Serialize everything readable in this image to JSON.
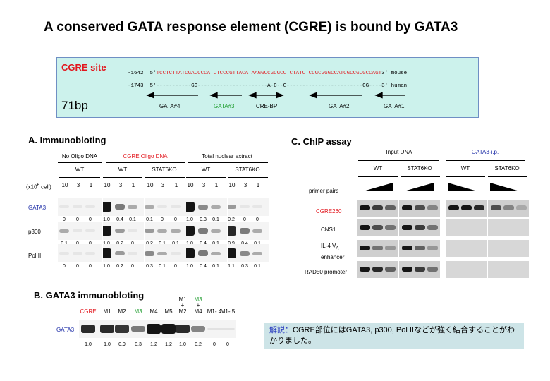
{
  "title": "A conserved GATA response element (CGRE) is bound by GATA3",
  "cgre_box": {
    "label": "CGRE site",
    "size": "71bp",
    "mouse": {
      "pos": "-1642",
      "strand5": "5'",
      "seq": "TCCTCTTATCGACCCCATCTCCCGTTACATAAGGCCGCGCCTCTATCTCCGCGGGCCATCGCCGCGCCAGT",
      "strand3": "3'",
      "species": "mouse"
    },
    "human": {
      "pos": "-1743",
      "strand5": "5'",
      "seq": "-----------GG----------------------A-C--C------------------------CG----",
      "strand3": "3'",
      "species": "human"
    },
    "sites": [
      {
        "label": "GATA#4",
        "color": "#000000"
      },
      {
        "label": "GATA#3",
        "color": "#1a9a2a"
      },
      {
        "label": "CRE-BP",
        "color": "#000000"
      },
      {
        "label": "GATA#2",
        "color": "#000000"
      },
      {
        "label": "GATA#1",
        "color": "#000000"
      }
    ]
  },
  "panel_a": {
    "title": "A. Immunobloting",
    "groups": [
      {
        "label": "No Oligo DNA",
        "color": "#000000"
      },
      {
        "label": "CGRE Oligo DNA",
        "color": "#e2161d"
      },
      {
        "label": "Total nuclear extract",
        "color": "#000000"
      }
    ],
    "genotypes": [
      "WT",
      "WT",
      "STAT6KO",
      "WT",
      "STAT6KO"
    ],
    "cell_label": "(x10",
    "cell_exp": "6",
    "cell_unit": " cell)",
    "doses": [
      "10",
      "3",
      "1"
    ],
    "rows": [
      {
        "label": "GATA3",
        "color": "#1f2fa8",
        "values": [
          "0",
          "0",
          "0",
          "1.0",
          "0.4",
          "0.1",
          "0.1",
          "0",
          "0",
          "1.0",
          "0.3",
          "0.1",
          "0.2",
          "0",
          "0"
        ]
      },
      {
        "label": "p300",
        "color": "#000000",
        "values": [
          "0.1",
          "0",
          "0",
          "1.0",
          "0.2",
          "0",
          "0.2",
          "0.1",
          "0.1",
          "1.0",
          "0.4",
          "0.1",
          "0.9",
          "0.4",
          "0.1"
        ]
      },
      {
        "label": "Pol II",
        "color": "#000000",
        "values": [
          "0",
          "0",
          "0",
          "1.0",
          "0.2",
          "0",
          "0.3",
          "0.1",
          "0",
          "1.0",
          "0.4",
          "0.1",
          "1.1",
          "0.3",
          "0.1"
        ]
      }
    ]
  },
  "panel_b": {
    "title": "B. GATA3 immunobloting",
    "lanes": [
      {
        "label": "CGRE",
        "color": "#e2161d"
      },
      {
        "label": "M1",
        "color": "#000000"
      },
      {
        "label": "M2",
        "color": "#000000"
      },
      {
        "label": "M3",
        "color": "#1a9a2a"
      },
      {
        "label": "M4",
        "color": "#000000"
      },
      {
        "label": "M5",
        "color": "#000000"
      },
      {
        "label": "M2",
        "color": "#000000",
        "top": "M1",
        "plus": "+"
      },
      {
        "label": "M4",
        "color": "#000000",
        "top": "M3",
        "top_color": "#1a9a2a",
        "plus": "+"
      },
      {
        "label": "M1- 4",
        "color": "#000000"
      },
      {
        "label": "M1- 5",
        "color": "#000000"
      }
    ],
    "row_label": "GATA3",
    "values": [
      "1.0",
      "1.0",
      "0.9",
      "0.3",
      "1.2",
      "1.2",
      "1.0",
      "0.2",
      "0",
      "0"
    ]
  },
  "panel_c": {
    "title": "C. ChIP assay",
    "groups": [
      {
        "label": "Input DNA",
        "color": "#000000"
      },
      {
        "label": "GATA3-i.p.",
        "color": "#1f2fa8"
      }
    ],
    "genotypes": [
      "WT",
      "STAT6KO",
      "WT",
      "STAT6KO"
    ],
    "primer_label": "primer pairs",
    "rows": [
      {
        "label": "CGRE260",
        "color": "#e2161d"
      },
      {
        "label": "CNS1",
        "color": "#000000"
      },
      {
        "label": "IL-4 V",
        "sub": "A",
        "label2": "enhancer",
        "color": "#000000"
      },
      {
        "label": "RAD50 promoter",
        "color": "#000000"
      }
    ]
  },
  "note": {
    "prefix": "解説：",
    "text": "CGRE部位にはGATA3, p300, Pol IIなどが強く結合することがわかりました。"
  }
}
